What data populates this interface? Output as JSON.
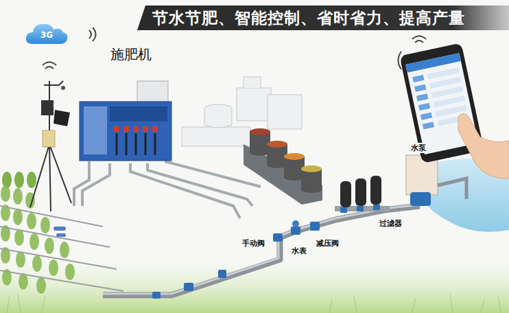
{
  "diagram": {
    "title": "节水节肥、智能控制、省时省力、提高产量",
    "nodes": [
      {
        "text": [
          "3G"
        ]
      }
    ],
    "labels": [
      "施肥机",
      "水泵",
      "手动阀",
      "水表",
      "减压阀",
      "过滤器"
    ]
  }
}
